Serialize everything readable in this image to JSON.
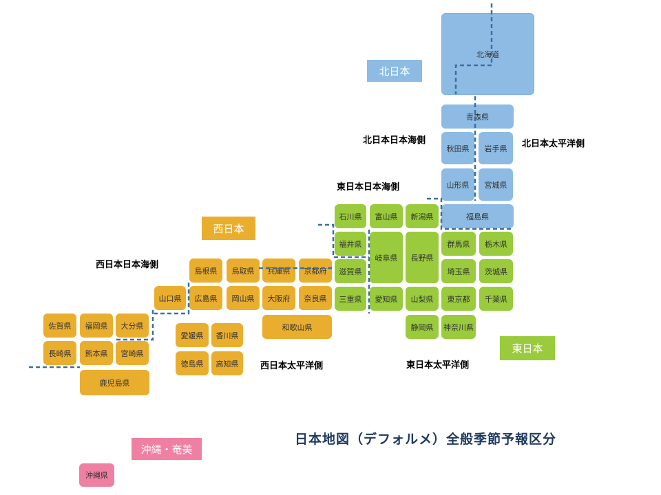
{
  "title": "日本地図（デフォルメ）全般季節予報区分",
  "colors": {
    "north": "#8dbbe3",
    "north_border": "#7eb0dd",
    "east": "#9acb3c",
    "west": "#eaae2e",
    "okinawa": "#ef7fa3",
    "boundary": "#3b6ea5"
  },
  "regions": {
    "north": "北日本",
    "east": "東日本",
    "west": "西日本",
    "okinawa": "沖縄・奄美"
  },
  "sides": {
    "north_sea": "北日本日本海側",
    "north_pacific": "北日本太平洋側",
    "east_sea": "東日本日本海側",
    "east_pacific": "東日本太平洋側",
    "west_sea": "西日本日本海側",
    "west_pacific": "西日本太平洋側"
  },
  "prefectures": {
    "hokkaido": "北海道",
    "aomori": "青森県",
    "akita": "秋田県",
    "iwate": "岩手県",
    "yamagata": "山形県",
    "miyagi": "宮城県",
    "fukushima": "福島県",
    "ishikawa": "石川県",
    "toyama": "富山県",
    "niigata": "新潟県",
    "fukui": "福井県",
    "gifu": "岐阜県",
    "nagano": "長野県",
    "gunma": "群馬県",
    "tochigi": "栃木県",
    "shiga": "滋賀県",
    "saitama": "埼玉県",
    "ibaraki": "茨城県",
    "mie": "三重県",
    "aichi": "愛知県",
    "yamanashi": "山梨県",
    "tokyo": "東京都",
    "chiba": "千葉県",
    "shizuoka": "静岡県",
    "kanagawa": "神奈川県",
    "shimane": "島根県",
    "tottori": "鳥取県",
    "hyogo": "兵庫県",
    "kyoto": "京都府",
    "yamaguchi": "山口県",
    "hiroshima": "広島県",
    "okayama": "岡山県",
    "osaka": "大阪府",
    "nara": "奈良県",
    "wakayama": "和歌山県",
    "saga": "佐賀県",
    "fukuoka": "福岡県",
    "oita": "大分県",
    "nagasaki": "長崎県",
    "kumamoto": "熊本県",
    "miyazaki": "宮崎県",
    "kagoshima": "鹿児島県",
    "ehime": "愛媛県",
    "kagawa": "香川県",
    "tokushima": "徳島県",
    "kochi": "高知県",
    "okinawa": "沖縄県"
  }
}
